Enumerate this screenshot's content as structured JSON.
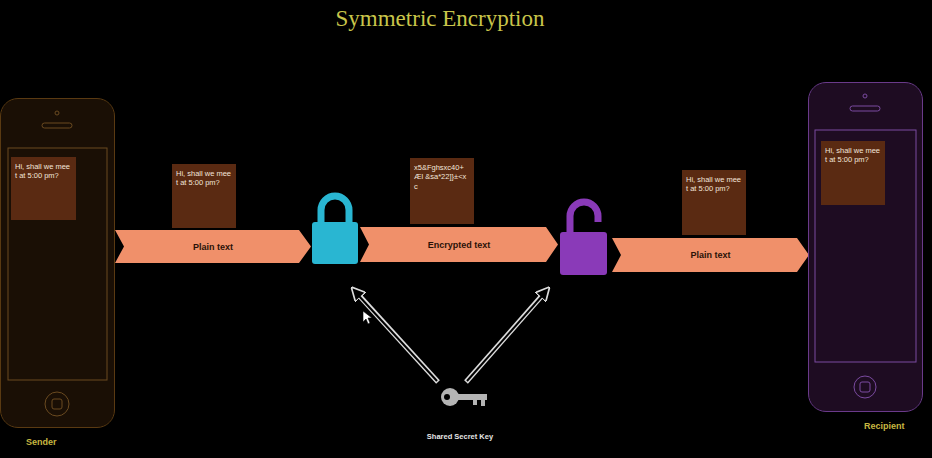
{
  "diagram": {
    "title": "Symmetric Encryption",
    "nodes": [
      {
        "text": [
          "Sender"
        ]
      },
      {
        "text": [
          "Hi, shall we meet at 5:00 pm?"
        ],
        "in": 0
      },
      {
        "text": [
          "Hi, shall we meet at 5:00 pm?"
        ]
      },
      {
        "text": [
          "Plain text"
        ]
      },
      {
        "text": [
          "x5&Fghsxc40+Æl &sa*22]}±<xc"
        ]
      },
      {
        "text": [
          "Encrypted text"
        ]
      },
      {
        "text": [
          "Hi, shall we meet at 5:00 pm?"
        ]
      },
      {
        "text": [
          "Plain text"
        ]
      },
      {
        "text": [
          "Recipient"
        ]
      },
      {
        "text": [
          "Hi, shall we meet at 5:00 pm?"
        ],
        "in": 8
      },
      {
        "text": [
          "Shared Secret Key"
        ]
      }
    ]
  }
}
